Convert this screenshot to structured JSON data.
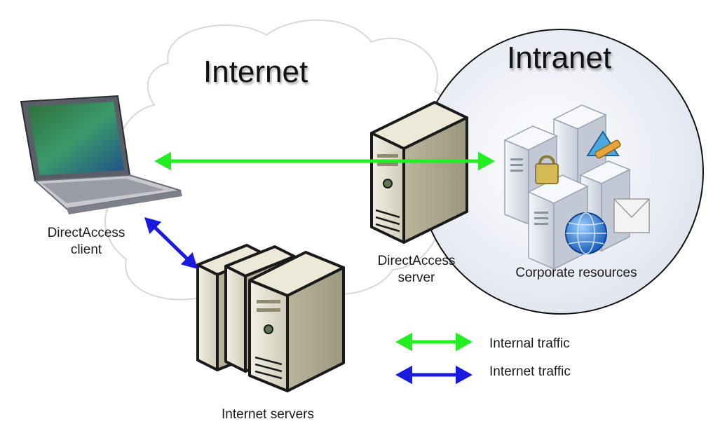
{
  "zones": {
    "internet": "Internet",
    "intranet": "Intranet"
  },
  "nodes": {
    "client_line1": "DirectAccess",
    "client_line2": "client",
    "server_line1": "DirectAccess",
    "server_line2": "server",
    "internet_servers": "Internet servers",
    "corporate_resources": "Corporate resources"
  },
  "legend": {
    "internal": "Internal traffic",
    "internet": "Internet traffic"
  },
  "colors": {
    "internal_traffic": "#22ee22",
    "internet_traffic": "#1a1adf",
    "server_body": "#dedbc7",
    "intranet_fill": "#e9edf5"
  }
}
